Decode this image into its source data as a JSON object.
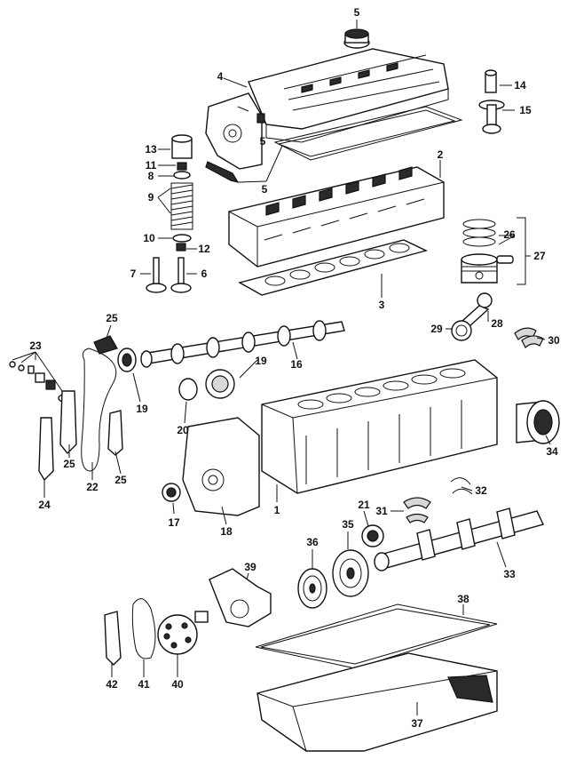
{
  "diagram": {
    "callouts": [
      {
        "id": "c1",
        "label": "1"
      },
      {
        "id": "c2",
        "label": "2"
      },
      {
        "id": "c3",
        "label": "3"
      },
      {
        "id": "c4",
        "label": "4"
      },
      {
        "id": "c5a",
        "label": "5"
      },
      {
        "id": "c5b",
        "label": "5"
      },
      {
        "id": "c5c",
        "label": "5"
      },
      {
        "id": "c6",
        "label": "6"
      },
      {
        "id": "c7",
        "label": "7"
      },
      {
        "id": "c8",
        "label": "8"
      },
      {
        "id": "c9",
        "label": "9"
      },
      {
        "id": "c10",
        "label": "10"
      },
      {
        "id": "c11",
        "label": "11"
      },
      {
        "id": "c12",
        "label": "12"
      },
      {
        "id": "c13",
        "label": "13"
      },
      {
        "id": "c14",
        "label": "14"
      },
      {
        "id": "c15",
        "label": "15"
      },
      {
        "id": "c16",
        "label": "16"
      },
      {
        "id": "c17",
        "label": "17"
      },
      {
        "id": "c18",
        "label": "18"
      },
      {
        "id": "c19a",
        "label": "19"
      },
      {
        "id": "c19b",
        "label": "19"
      },
      {
        "id": "c20",
        "label": "20"
      },
      {
        "id": "c21",
        "label": "21"
      },
      {
        "id": "c22",
        "label": "22"
      },
      {
        "id": "c23",
        "label": "23"
      },
      {
        "id": "c24",
        "label": "24"
      },
      {
        "id": "c25a",
        "label": "25"
      },
      {
        "id": "c25b",
        "label": "25"
      },
      {
        "id": "c25c",
        "label": "25"
      },
      {
        "id": "c26",
        "label": "26"
      },
      {
        "id": "c27",
        "label": "27"
      },
      {
        "id": "c28",
        "label": "28"
      },
      {
        "id": "c29",
        "label": "29"
      },
      {
        "id": "c30",
        "label": "30"
      },
      {
        "id": "c31",
        "label": "31"
      },
      {
        "id": "c32",
        "label": "32"
      },
      {
        "id": "c33",
        "label": "33"
      },
      {
        "id": "c34",
        "label": "34"
      },
      {
        "id": "c35",
        "label": "35"
      },
      {
        "id": "c36",
        "label": "36"
      },
      {
        "id": "c37",
        "label": "37"
      },
      {
        "id": "c38",
        "label": "38"
      },
      {
        "id": "c39",
        "label": "39"
      },
      {
        "id": "c40",
        "label": "40"
      },
      {
        "id": "c41",
        "label": "41"
      },
      {
        "id": "c42",
        "label": "42"
      }
    ]
  }
}
